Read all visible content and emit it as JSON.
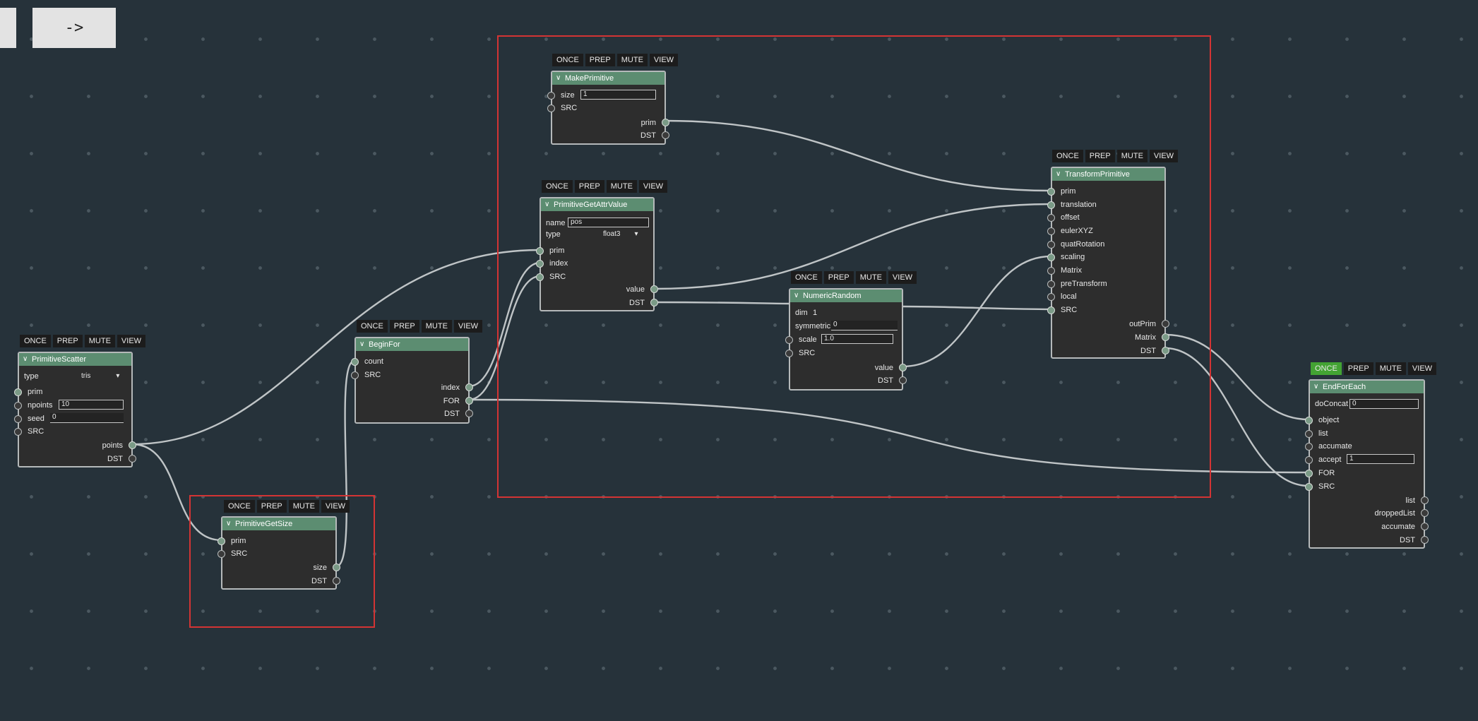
{
  "toolbar": {
    "run_label": "->"
  },
  "flags": [
    "ONCE",
    "PREP",
    "MUTE",
    "VIEW"
  ],
  "nodes": {
    "make_primitive": {
      "title": "MakePrimitive",
      "size_label": "size",
      "size_value": "1",
      "src": "SRC",
      "prim": "prim",
      "dst": "DST"
    },
    "get_attr": {
      "title": "PrimitiveGetAttrValue",
      "name_label": "name",
      "name_value": "pos",
      "type_label": "type",
      "type_value": "float3",
      "prim": "prim",
      "index": "index",
      "src": "SRC",
      "value": "value",
      "dst": "DST"
    },
    "transform": {
      "title": "TransformPrimitive",
      "inputs": [
        "prim",
        "translation",
        "offset",
        "eulerXYZ",
        "quatRotation",
        "scaling",
        "Matrix",
        "preTransform",
        "local",
        "SRC"
      ],
      "outputs": [
        "outPrim",
        "Matrix",
        "DST"
      ]
    },
    "numeric_random": {
      "title": "NumericRandom",
      "dim_label": "dim",
      "dim_value": "1",
      "sym_label": "symmetric",
      "sym_value": "0",
      "scale_label": "scale",
      "scale_value": "1.0",
      "src": "SRC",
      "value": "value",
      "dst": "DST"
    },
    "begin_for": {
      "title": "BeginFor",
      "count": "count",
      "src": "SRC",
      "index": "index",
      "for": "FOR",
      "dst": "DST"
    },
    "scatter": {
      "title": "PrimitiveScatter",
      "type_label": "type",
      "type_value": "tris",
      "prim": "prim",
      "npoints_label": "npoints",
      "npoints_value": "10",
      "seed_label": "seed",
      "seed_value": "0",
      "src": "SRC",
      "points": "points",
      "dst": "DST"
    },
    "get_size": {
      "title": "PrimitiveGetSize",
      "prim": "prim",
      "src": "SRC",
      "size": "size",
      "dst": "DST"
    },
    "end_foreach": {
      "title": "EndForEach",
      "doconcat_label": "doConcat",
      "doconcat_value": "0",
      "object": "object",
      "list_in": "list",
      "accumate_in": "accumate",
      "accept_label": "accept",
      "accept_value": "1",
      "for": "FOR",
      "src": "SRC",
      "list_out": "list",
      "dropped": "droppedList",
      "accumate_out": "accumate",
      "dst": "DST"
    }
  },
  "colors": {
    "background": "#26323a",
    "node_title": "#5c8d71",
    "frame": "#d33434",
    "once_active": "#43a333"
  }
}
